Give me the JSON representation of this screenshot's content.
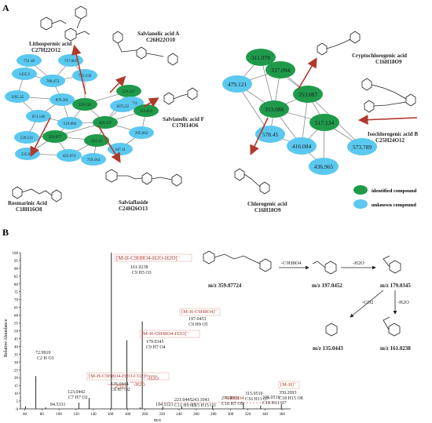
{
  "panel_a": {
    "label": "A",
    "compounds": {
      "lithospermic": {
        "name": "Lithospermic acid",
        "formula": "C27H22O12"
      },
      "salvA": {
        "name": "Salvianolic acid A",
        "formula": "C26H22O10"
      },
      "salvF": {
        "name": "Salvianolic acid F",
        "formula": "C17H14O6"
      },
      "rosmarinic": {
        "name": "Rosmarinic Acid",
        "formula": "C18H16O8"
      },
      "salviaflaside": {
        "name": "Salviaflaside",
        "formula": "C24H26O13"
      },
      "crypto": {
        "name": "Cryptochlorogenic acid",
        "formula": "C16H18O9"
      },
      "isochloro": {
        "name": "Isochlorogenic acid B",
        "formula": "C25H24O12"
      },
      "chloro": {
        "name": "Chlorogenic acid",
        "formula": "C16H18O9"
      }
    },
    "legend": {
      "identified": "identified compound",
      "unknown": "unknown compound"
    },
    "colors": {
      "identified": "#1f9a4a",
      "unknown": "#5bc8ef",
      "arrow": "#b0392c",
      "edge": "#777777"
    },
    "nodes_left": [
      {
        "id": "l1",
        "label": "731.18",
        "type": "unknown"
      },
      {
        "id": "l2",
        "label": "717.065",
        "type": "unknown"
      },
      {
        "id": "l3",
        "label": "1435.3",
        "type": "unknown"
      },
      {
        "id": "l4",
        "label": "700.473",
        "type": "unknown"
      },
      {
        "id": "l5",
        "label": "735.158",
        "type": "unknown"
      },
      {
        "id": "l6",
        "label": "1195.32",
        "type": "unknown"
      },
      {
        "id": "l7",
        "label": "879.201",
        "type": "unknown"
      },
      {
        "id": "l8",
        "label": "539.119",
        "type": "identified"
      },
      {
        "id": "l9",
        "label": "671.146",
        "type": "unknown"
      },
      {
        "id": "l10",
        "label": "519.094",
        "type": "unknown"
      },
      {
        "id": "l11",
        "label": "521.127",
        "type": "identified"
      },
      {
        "id": "l12",
        "label": "493.127",
        "type": "identified"
      },
      {
        "id": "l13",
        "label": "339.051",
        "type": "unknown"
      },
      {
        "id": "l14",
        "label": "1075.22",
        "type": "unknown"
      },
      {
        "id": "l15",
        "label": "313.072",
        "type": "identified"
      },
      {
        "id": "l16",
        "label": "295.062",
        "type": "unknown"
      },
      {
        "id": "l17",
        "label": "539.121",
        "type": "unknown"
      },
      {
        "id": "l18",
        "label": "359.077",
        "type": "identified"
      },
      {
        "id": "l19",
        "label": "521.13",
        "type": "identified"
      },
      {
        "id": "l20",
        "label": "335.078",
        "type": "unknown"
      },
      {
        "id": "l21",
        "label": "422.074",
        "type": "unknown"
      },
      {
        "id": "l22",
        "label": "719.164",
        "type": "unknown"
      },
      {
        "id": "l23",
        "label": "447.11",
        "type": "unknown"
      }
    ],
    "nodes_right": [
      {
        "id": "r1",
        "label": "311.078",
        "type": "identified"
      },
      {
        "id": "r2",
        "label": "337.094",
        "type": "identified"
      },
      {
        "id": "r3",
        "label": "479.121",
        "type": "unknown"
      },
      {
        "id": "r4",
        "label": "353.088",
        "type": "identified"
      },
      {
        "id": "r5",
        "label": "353.087",
        "type": "identified"
      },
      {
        "id": "r6",
        "label": "517.134",
        "type": "identified"
      },
      {
        "id": "r7",
        "label": "578.45",
        "type": "unknown"
      },
      {
        "id": "r8",
        "label": "416.084",
        "type": "unknown"
      },
      {
        "id": "r9",
        "label": "573.789",
        "type": "unknown"
      },
      {
        "id": "r10",
        "label": "436.965",
        "type": "unknown"
      }
    ]
  },
  "panel_b": {
    "label": "B",
    "annotations": {
      "a1": "[M-H-C9H8O4-H2O-H2O]⁻",
      "a1_mz": "161.0238",
      "a1_formula": "C9 H5 O3",
      "a2": "[M-H-C9H8O4]⁻",
      "a2_mz": "197.0453",
      "a2_formula": "C9 H9 O5",
      "a3": "[M-H-C9H8O4-H2O]⁻",
      "a3_mz": "179.0345",
      "a3_formula": "C9 H7 O4",
      "a4": "[M-H-C9H8O4-H2O-CO2]⁻",
      "a4_mz": "135.0444",
      "a4_formula": "C8 H7 O2",
      "a5": "[M-H]⁻",
      "a5_mz": "359.2093",
      "a5_formula": "C18 H15 O8",
      "p1_mz": "72.9919",
      "p1_formula": "C2 H O3",
      "p2_mz": "84.5331",
      "p3_mz": "123.0442",
      "p3_formula": "C7 H7 O2",
      "p4_mz": "194.5321",
      "p5_mz": "221.0445",
      "p5_formula": "C11 H9 O5",
      "p6_mz": "243.1043",
      "p6_formula": "C15 H15 O3",
      "p7_mz": "279.0313",
      "p7_formula": "C16 H7 O5",
      "p8_mz": "315.0510",
      "p8_formula": "C16 H11 O7",
      "p9_mz": "335.0516",
      "p9_formula": "C18 H11 O7",
      "loss_co2": "-CO2",
      "loss_h2o_1": "-H2O",
      "loss_h2o_2": "-H2O",
      "loss_c9": "-C9H8O4"
    },
    "scheme": {
      "m0": "m/z 359.07724",
      "m1": "m/z 197.0452",
      "m2": "m/z 179.0345",
      "m3": "m/z 135.0443",
      "m4": "m/z 161.0238",
      "step1": "-C9H8O4",
      "step2": "-H2O",
      "step3": "-CO2",
      "step4": "-H2O"
    },
    "ylabel": "Relative Abundance",
    "xlabel": "m/z"
  },
  "chart_data": {
    "type": "bar",
    "title": "",
    "xlabel": "m/z",
    "ylabel": "Relative Abundance",
    "xlim": [
      55,
      370
    ],
    "ylim": [
      0,
      100
    ],
    "xticks": [
      60,
      80,
      100,
      120,
      140,
      160,
      180,
      200,
      220,
      240,
      260,
      280,
      300,
      320,
      340,
      360
    ],
    "yticks": [
      0,
      5,
      10,
      15,
      20,
      25,
      30,
      35,
      40,
      45,
      50,
      55,
      60,
      65,
      70,
      75,
      80,
      85,
      90,
      95,
      100
    ],
    "peaks": [
      {
        "mz": 61.0,
        "intensity": 1.5
      },
      {
        "mz": 72.99,
        "intensity": 21
      },
      {
        "mz": 84.53,
        "intensity": 1
      },
      {
        "mz": 123.04,
        "intensity": 4
      },
      {
        "mz": 135.04,
        "intensity": 7
      },
      {
        "mz": 161.02,
        "intensity": 100
      },
      {
        "mz": 179.03,
        "intensity": 44
      },
      {
        "mz": 194.53,
        "intensity": 1
      },
      {
        "mz": 197.05,
        "intensity": 56
      },
      {
        "mz": 221.04,
        "intensity": 1.5
      },
      {
        "mz": 243.1,
        "intensity": 1.5
      },
      {
        "mz": 279.03,
        "intensity": 2
      },
      {
        "mz": 315.05,
        "intensity": 4
      },
      {
        "mz": 335.05,
        "intensity": 2
      },
      {
        "mz": 359.21,
        "intensity": 3
      }
    ]
  }
}
